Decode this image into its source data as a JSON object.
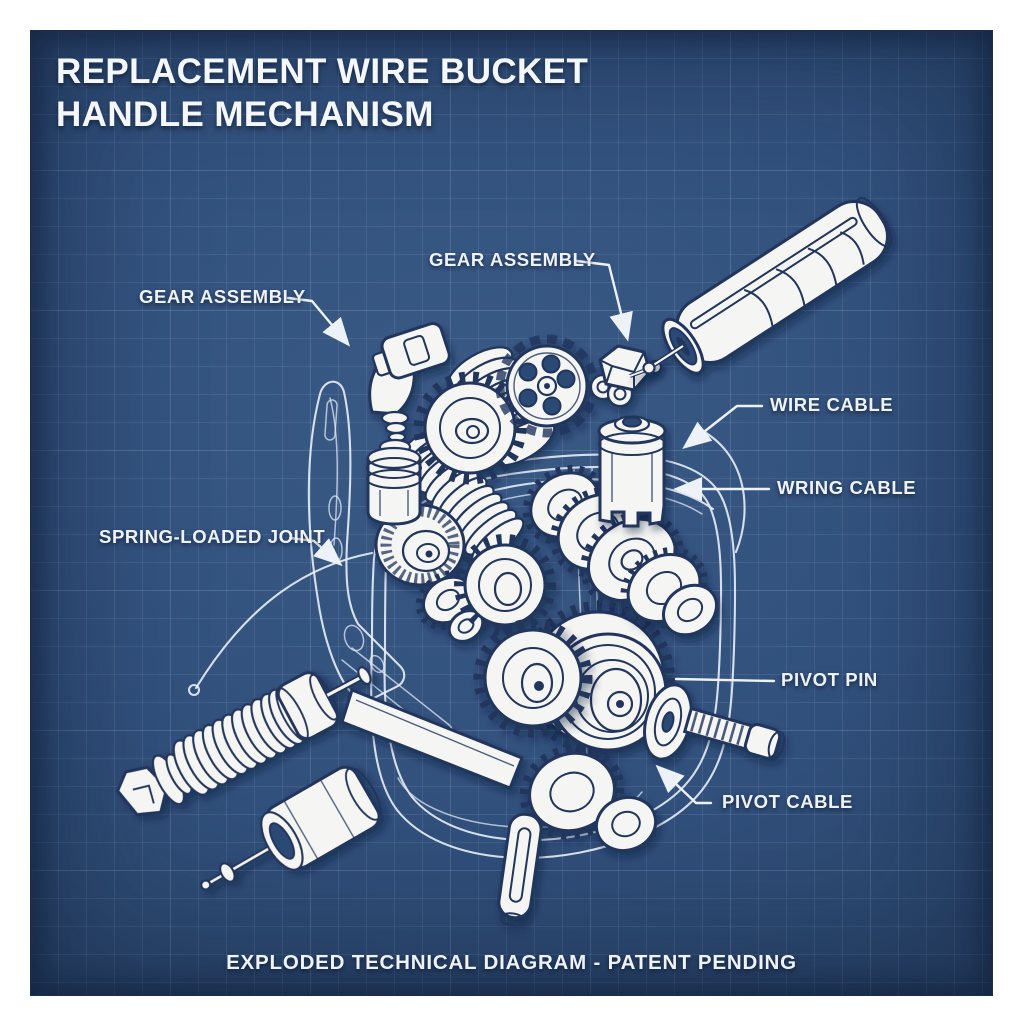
{
  "title": {
    "text": "REPLACEMENT WIRE BUCKET HANDLE MECHANISM"
  },
  "labels": [
    {
      "id": "gear-assembly-left",
      "text": "GEAR ASSEMBLY"
    },
    {
      "id": "gear-assembly-top",
      "text": "GEAR ASSEMBLY"
    },
    {
      "id": "wire-cable",
      "text": "WIRE CABLE"
    },
    {
      "id": "wring-cable",
      "text": "WRING CABLE"
    },
    {
      "id": "spring-loaded-joint",
      "text": "SPRING-LOADED JOINT"
    },
    {
      "id": "pivot-pin",
      "text": "PIVOT PIN"
    },
    {
      "id": "pivot-cable",
      "text": "PIVOT CABLE"
    }
  ],
  "footer": {
    "text": "EXPLODED TECHNICAL DIAGRAM - PATENT PENDING"
  },
  "colors": {
    "page_margin": "#FFFFFF",
    "blueprint_bg": "#2F4D78",
    "grid_line": "#BED2F0",
    "ink_outline": "#22355C",
    "part_fill": "#F5F6F3",
    "label_text": "#EEF3F9"
  }
}
